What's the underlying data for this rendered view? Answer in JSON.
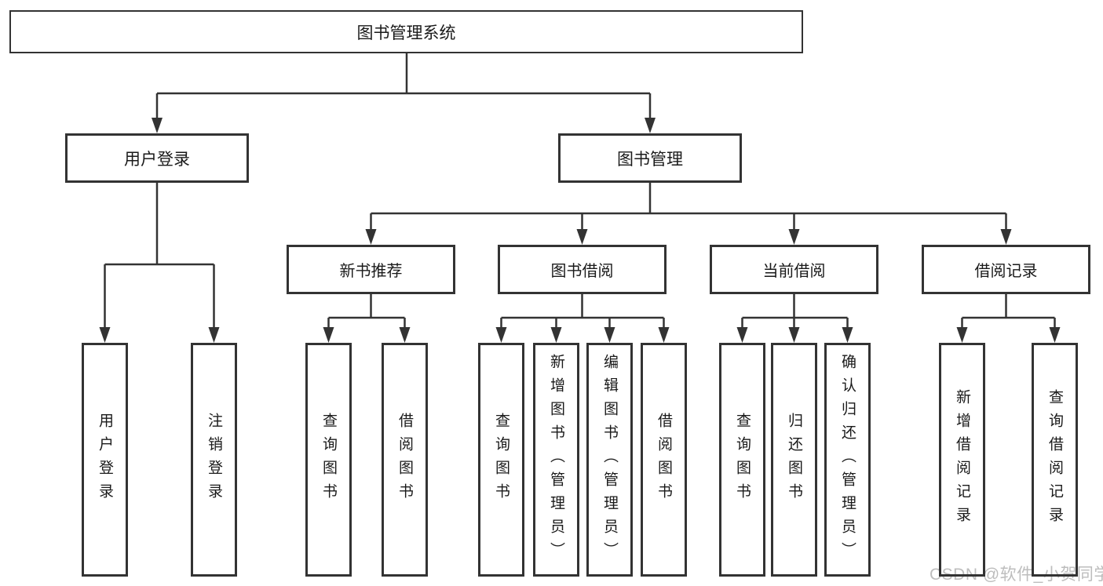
{
  "diagram": {
    "root": {
      "label": "图书管理系统"
    },
    "branches": [
      {
        "label": "用户登录",
        "children": [
          {
            "label": "用户登录"
          },
          {
            "label": "注销登录"
          }
        ]
      },
      {
        "label": "图书管理",
        "children": [
          {
            "label": "新书推荐",
            "children": [
              {
                "label": "查询图书"
              },
              {
                "label": "借阅图书"
              }
            ]
          },
          {
            "label": "图书借阅",
            "children": [
              {
                "label": "查询图书"
              },
              {
                "label": "新增图书（管理员）"
              },
              {
                "label": "编辑图书（管理员）"
              },
              {
                "label": "借阅图书"
              }
            ]
          },
          {
            "label": "当前借阅",
            "children": [
              {
                "label": "查询图书"
              },
              {
                "label": "归还图书"
              },
              {
                "label": "确认归还（管理员）"
              }
            ]
          },
          {
            "label": "借阅记录",
            "children": [
              {
                "label": "新增借阅记录"
              },
              {
                "label": "查询借阅记录"
              }
            ]
          }
        ]
      }
    ],
    "watermark": "CSDN @软件_小贺同学",
    "colors": {
      "line": "#333333",
      "text": "#1a1a1a",
      "watermark": "#bdbdbd",
      "background": "#ffffff"
    }
  }
}
